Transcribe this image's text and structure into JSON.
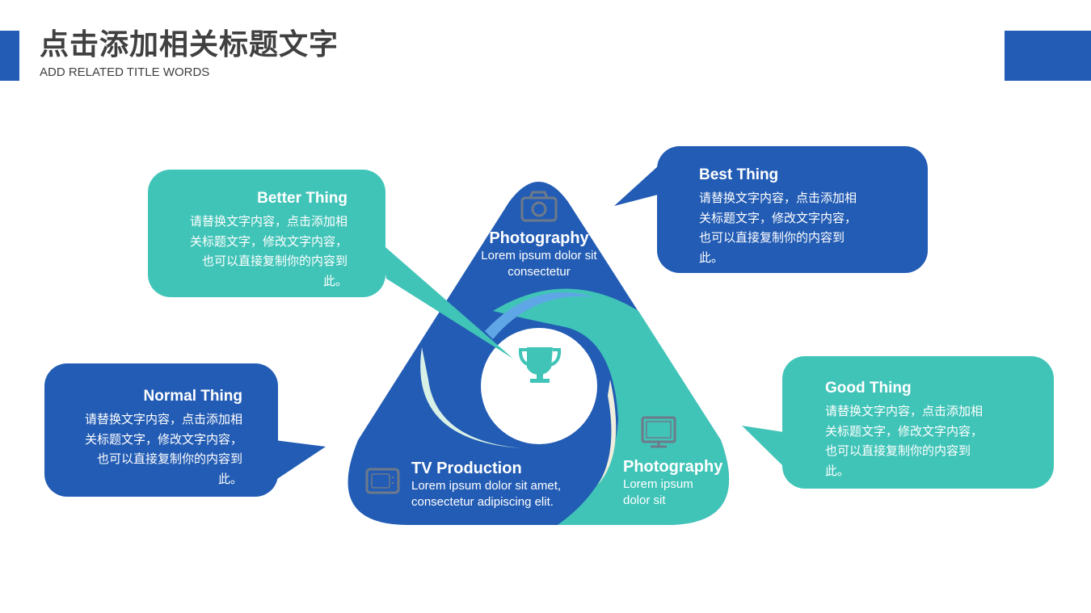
{
  "header": {
    "title": "点击添加相关标题文字",
    "subtitle": "ADD RELATED TITLE WORDS"
  },
  "colors": {
    "blue": "#235cb4",
    "teal": "#41c4b8",
    "icon_gray": "#6d7a8a",
    "text": "#404040"
  },
  "cards": {
    "better": {
      "title": "Better Thing",
      "body": "请替换文字内容，点击添加相关标题文字，修改文字内容，也可以直接复制你的内容到此。"
    },
    "best": {
      "title": "Best Thing",
      "body": "请替换文字内容，点击添加相关标题文字，修改文字内容，也可以直接复制你的内容到此。"
    },
    "normal": {
      "title": "Normal Thing",
      "body": "请替换文字内容，点击添加相关标题文字，修改文字内容，也可以直接复制你的内容到此。"
    },
    "good": {
      "title": "Good Thing",
      "body": "请替换文字内容，点击添加相关标题文字，修改文字内容，也可以直接复制你的内容到此。"
    }
  },
  "segments": {
    "top": {
      "title": "Photography",
      "desc": "Lorem ipsum dolor sit consectetur",
      "icon": "camera-icon"
    },
    "left": {
      "title": "TV Production",
      "desc": "Lorem ipsum dolor sit amet, consectetur adipiscing elit.",
      "icon": "tv-icon"
    },
    "right": {
      "title": "Photography",
      "desc": "Lorem ipsum dolor sit",
      "icon": "monitor-icon"
    },
    "center_icon": "trophy-icon"
  }
}
